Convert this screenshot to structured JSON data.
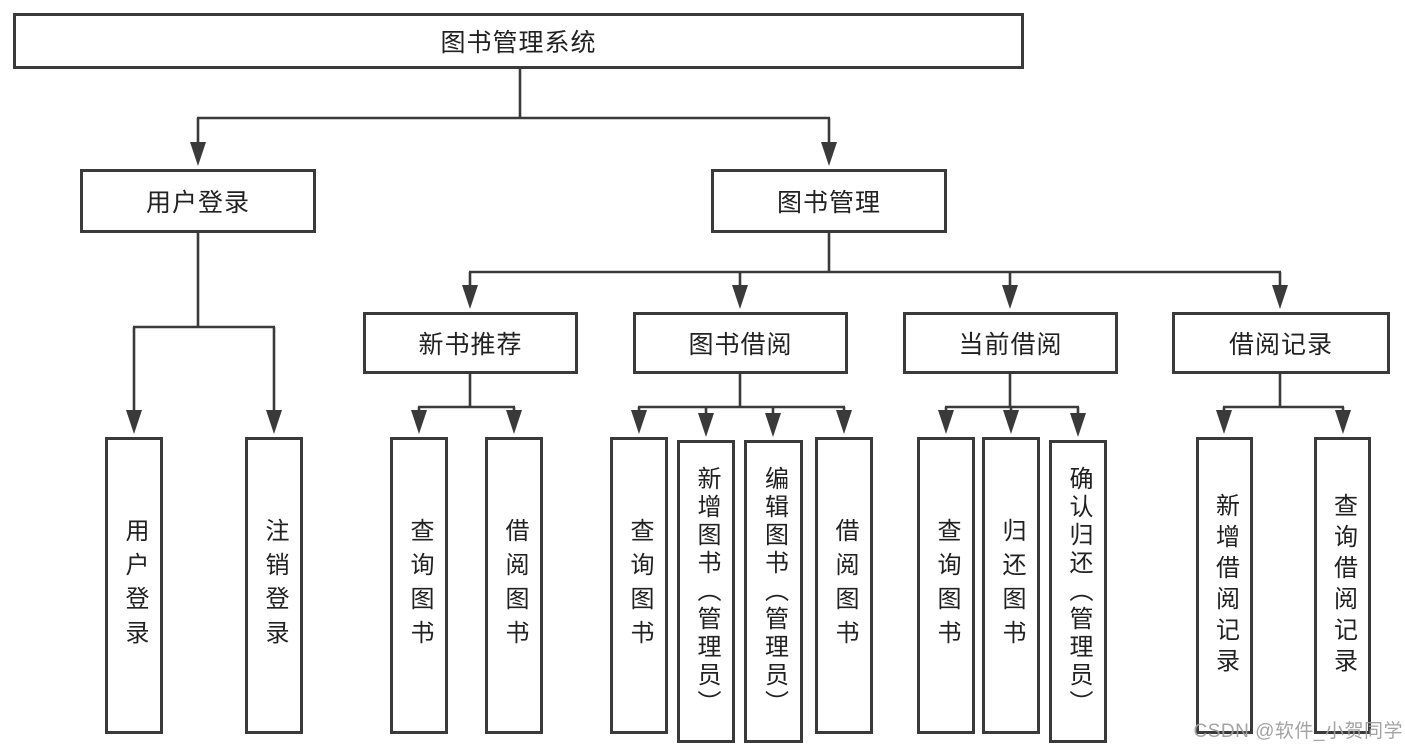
{
  "colors": {
    "line": "#3a3a3a",
    "text": "#212121",
    "box_background": "#ffffff",
    "watermark": "#9e9e9e"
  },
  "watermark": {
    "text": "CSDN @软件_小贺同学"
  },
  "diagram": {
    "type": "hierarchy-tree",
    "root": {
      "label": "图书管理系统"
    },
    "branches": [
      {
        "label": "用户登录",
        "children": [
          {
            "label": "用户登录"
          },
          {
            "label": "注销登录"
          }
        ]
      },
      {
        "label": "图书管理",
        "children": [
          {
            "label": "新书推荐",
            "children": [
              {
                "label": "查询图书"
              },
              {
                "label": "借阅图书"
              }
            ]
          },
          {
            "label": "图书借阅",
            "children": [
              {
                "label": "查询图书"
              },
              {
                "label": "新增图书（管理员）"
              },
              {
                "label": "编辑图书（管理员）"
              },
              {
                "label": "借阅图书"
              }
            ]
          },
          {
            "label": "当前借阅",
            "children": [
              {
                "label": "查询图书"
              },
              {
                "label": "归还图书"
              },
              {
                "label": "确认归还（管理员）"
              }
            ]
          },
          {
            "label": "借阅记录",
            "children": [
              {
                "label": "新增借阅记录"
              },
              {
                "label": "查询借阅记录"
              }
            ]
          }
        ]
      }
    ]
  }
}
